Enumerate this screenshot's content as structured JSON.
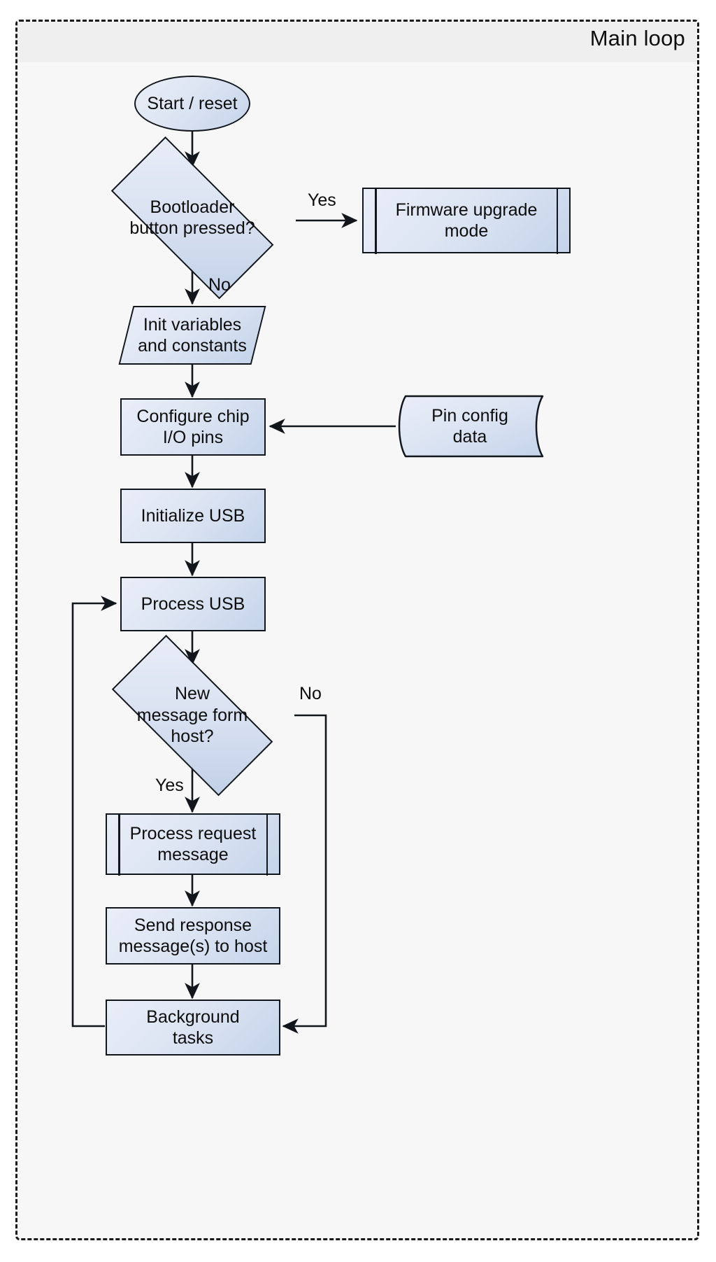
{
  "diagram": {
    "title": "Main loop",
    "type": "flowchart",
    "colors": {
      "frame_background": "#f7f7f7",
      "frame_header": "#efefef",
      "frame_border": "#1a1a1a",
      "node_stroke": "#11151c",
      "node_fill_light": "#e9eef8",
      "node_fill_dark": "#c5d4ea",
      "text": "#0d0d0d"
    },
    "nodes": [
      {
        "id": "start",
        "shape": "terminator",
        "label": "Start / reset"
      },
      {
        "id": "boot_q",
        "shape": "decision",
        "label": "Bootloader\nbutton pressed?"
      },
      {
        "id": "fw_mode",
        "shape": "predefined-process",
        "label": "Firmware upgrade\nmode"
      },
      {
        "id": "init_vars",
        "shape": "parallelogram",
        "label": "Init variables\nand constants"
      },
      {
        "id": "cfg_pins",
        "shape": "process",
        "label": "Configure chip\nI/O pins"
      },
      {
        "id": "pin_data",
        "shape": "stored-data",
        "label": "Pin config\ndata"
      },
      {
        "id": "init_usb",
        "shape": "process",
        "label": "Initialize USB"
      },
      {
        "id": "proc_usb",
        "shape": "process",
        "label": "Process USB"
      },
      {
        "id": "msg_q",
        "shape": "decision",
        "label": "New\nmessage form\nhost?"
      },
      {
        "id": "proc_req",
        "shape": "predefined-process",
        "label": "Process request\nmessage"
      },
      {
        "id": "send_resp",
        "shape": "process",
        "label": "Send response\nmessage(s) to host"
      },
      {
        "id": "bg_tasks",
        "shape": "process",
        "label": "Background\ntasks"
      }
    ],
    "edges": [
      {
        "from": "start",
        "to": "boot_q",
        "label": ""
      },
      {
        "from": "boot_q",
        "to": "fw_mode",
        "label": "Yes"
      },
      {
        "from": "boot_q",
        "to": "init_vars",
        "label": "No"
      },
      {
        "from": "init_vars",
        "to": "cfg_pins",
        "label": ""
      },
      {
        "from": "pin_data",
        "to": "cfg_pins",
        "label": ""
      },
      {
        "from": "cfg_pins",
        "to": "init_usb",
        "label": ""
      },
      {
        "from": "init_usb",
        "to": "proc_usb",
        "label": ""
      },
      {
        "from": "proc_usb",
        "to": "msg_q",
        "label": ""
      },
      {
        "from": "msg_q",
        "to": "proc_req",
        "label": "Yes"
      },
      {
        "from": "msg_q",
        "to": "bg_tasks",
        "label": "No"
      },
      {
        "from": "proc_req",
        "to": "send_resp",
        "label": ""
      },
      {
        "from": "send_resp",
        "to": "bg_tasks",
        "label": ""
      },
      {
        "from": "bg_tasks",
        "to": "proc_usb",
        "label": ""
      }
    ],
    "labels": {
      "start": "Start / reset",
      "boot_q_line1": "Bootloader",
      "boot_q_line2": "button pressed?",
      "fw_mode_line1": "Firmware upgrade",
      "fw_mode_line2": "mode",
      "init_vars_line1": "Init variables",
      "init_vars_line2": "and constants",
      "cfg_pins_line1": "Configure chip",
      "cfg_pins_line2": "I/O pins",
      "pin_data_line1": "Pin config",
      "pin_data_line2": "data",
      "init_usb": "Initialize USB",
      "proc_usb": "Process USB",
      "msg_q_line1": "New",
      "msg_q_line2": "message form",
      "msg_q_line3": "host?",
      "proc_req_line1": "Process request",
      "proc_req_line2": "message",
      "send_resp_line1": "Send response",
      "send_resp_line2": "message(s) to host",
      "bg_tasks_line1": "Background",
      "bg_tasks_line2": "tasks",
      "edge_yes_boot": "Yes",
      "edge_no_boot": "No",
      "edge_no_msg": "No",
      "edge_yes_msg": "Yes"
    }
  }
}
